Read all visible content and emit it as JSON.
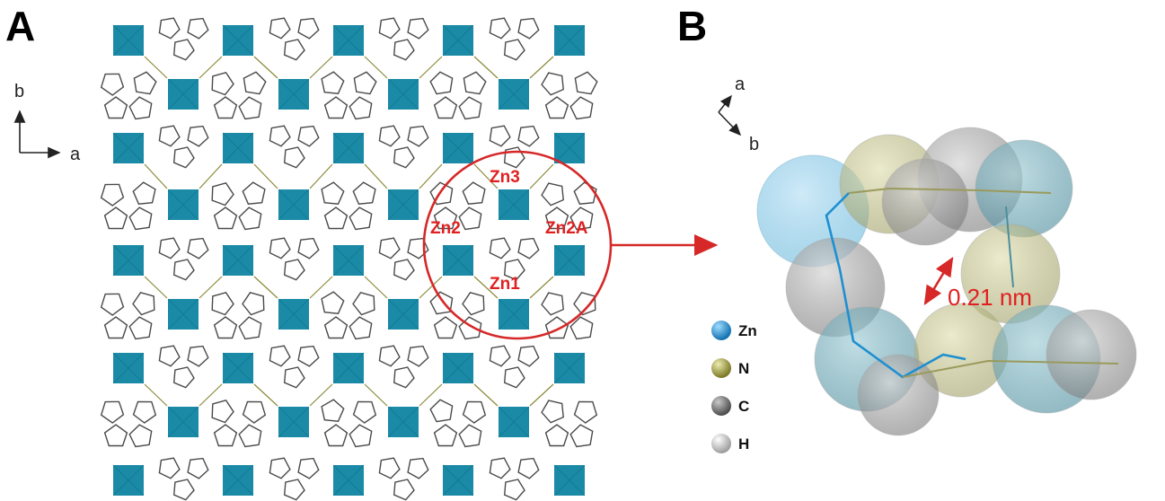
{
  "panels": {
    "a": {
      "letter": "A",
      "axes": {
        "vertical": "b",
        "horizontal": "a"
      },
      "zn_labels": [
        "Zn3",
        "Zn2",
        "Zn2A",
        "Zn1"
      ]
    },
    "b": {
      "letter": "B",
      "axes": {
        "up": "a",
        "down": "b"
      },
      "distance": "0.21 nm",
      "legend": [
        {
          "label": "Zn",
          "color": "#1f8fd0"
        },
        {
          "label": "N",
          "color": "#a9a637"
        },
        {
          "label": "C",
          "color": "#6e6e6e"
        },
        {
          "label": "H",
          "color": "#c8c8c8"
        }
      ]
    }
  },
  "colors": {
    "polyhedron": "#1a8aa6",
    "highlight": "#d62828",
    "linker": "#4a4a4a"
  }
}
